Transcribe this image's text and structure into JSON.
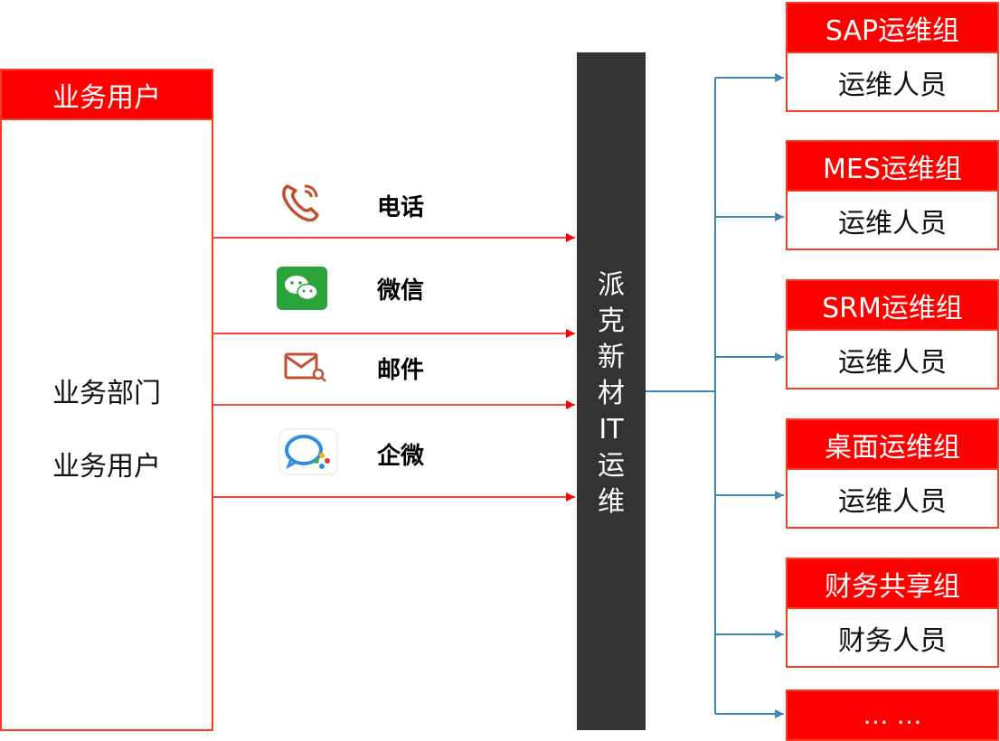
{
  "user_box": {
    "header": "业务用户",
    "line1": "业务部门",
    "line2": "业务用户"
  },
  "channels": [
    {
      "label": "电话",
      "icon": "phone-icon"
    },
    {
      "label": "微信",
      "icon": "wechat-icon"
    },
    {
      "label": "邮件",
      "icon": "mail-icon"
    },
    {
      "label": "企微",
      "icon": "wecom-icon"
    }
  ],
  "center": {
    "text": "派\n克\n新\n材\nIT\n运\n维"
  },
  "groups": [
    {
      "title": "SAP运维组",
      "member": "运维人员"
    },
    {
      "title": "MES运维组",
      "member": "运维人员"
    },
    {
      "title": "SRM运维组",
      "member": "运维人员"
    },
    {
      "title": "桌面运维组",
      "member": "运维人员"
    },
    {
      "title": "财务共享组",
      "member": "财务人员"
    }
  ],
  "more": {
    "label": "… …"
  },
  "colors": {
    "red": "#ff0000",
    "red_border": "#ff3b1f",
    "dark": "#333333",
    "blue_line": "#3f87b8"
  }
}
